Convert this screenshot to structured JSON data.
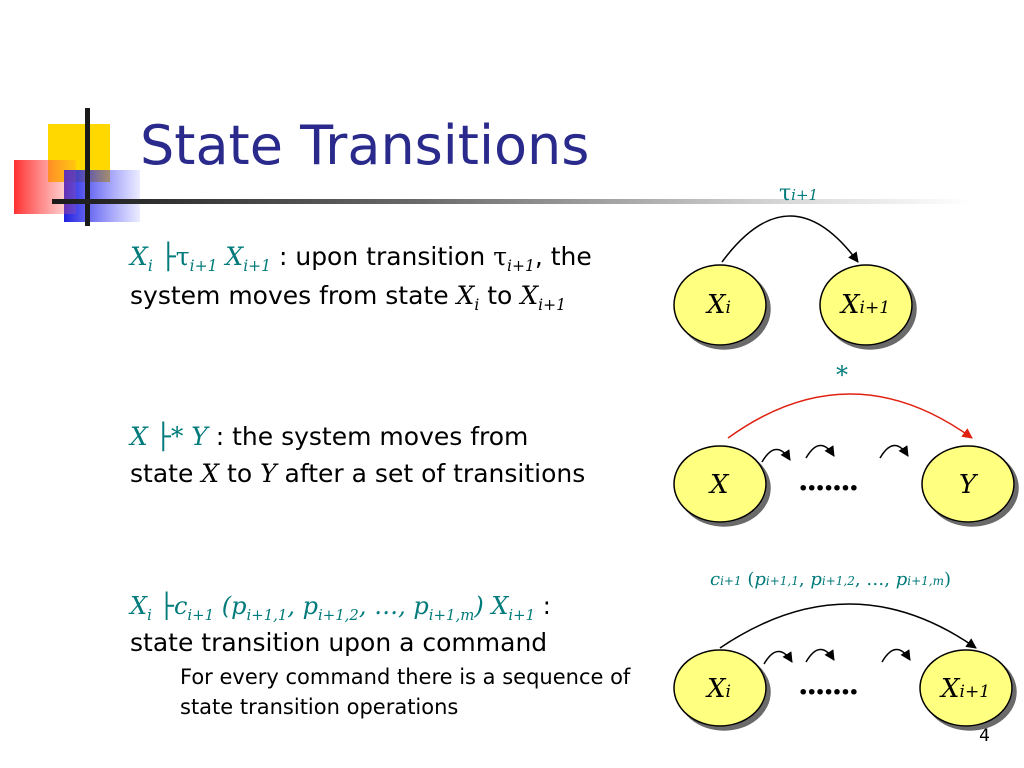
{
  "slide": {
    "title": "State Transitions",
    "number": "4"
  },
  "items": [
    {
      "lhs": "X",
      "lhs_sub": "i",
      "turnstile": "├",
      "tau": "τ",
      "tau_sub": "i+1",
      "rhs": "X",
      "rhs_sub": "i+1",
      "desc_1": " : upon transition ",
      "desc_tau": "τ",
      "desc_tau_sub": "i+1",
      "desc_2": ", the",
      "line2_a": "system moves from state ",
      "line2_x": "X",
      "line2_x_sub": "i",
      "line2_b": " to ",
      "line2_y": "X",
      "line2_y_sub": "i+1"
    },
    {
      "lhs": "X",
      "turnstile": "├",
      "star": "*",
      "rhs": "Y",
      "desc_1": " : the system moves from",
      "line2_a": "state ",
      "line2_x": "X",
      "line2_b": " to ",
      "line2_y": "Y",
      "line2_c": " after a set of transitions"
    },
    {
      "lhs": "X",
      "lhs_sub": "i",
      "turnstile": "├",
      "cmd": "c",
      "cmd_sub": "i+1",
      "open": " (",
      "p1": "p",
      "p1_sub": "i+1,1",
      "comma1": ", ",
      "p2": "p",
      "p2_sub": "i+1,2",
      "comma2": ", …, ",
      "pm": "p",
      "pm_sub": "i+1,m",
      "close": ") ",
      "rhs": "X",
      "rhs_sub": "i+1",
      "colon": " :",
      "line2": "state transition upon a command",
      "note_1": "For every command there is a sequence of",
      "note_2": "state transition operations"
    }
  ],
  "diagrams": {
    "d1": {
      "arc_label": "τ",
      "arc_label_sub": "i+1",
      "left_node": "X",
      "left_node_sub": "i",
      "right_node": "X",
      "right_node_sub": "i+1"
    },
    "d2": {
      "arc_label": "*",
      "left_node": "X",
      "right_node": "Y",
      "dots": "·······"
    },
    "d3": {
      "arc_label_c": "c",
      "arc_label_c_sub": "i+1",
      "arc_label_open": " (",
      "arc_label_p1": "p",
      "arc_label_p1_sub": "i+1,1",
      "arc_label_comma1": ", ",
      "arc_label_p2": "p",
      "arc_label_p2_sub": "i+1,2",
      "arc_label_comma2": ", …, ",
      "arc_label_pm": "p",
      "arc_label_pm_sub": "i+1,m",
      "arc_label_close": ")",
      "left_node": "X",
      "left_node_sub": "i",
      "right_node": "X",
      "right_node_sub": "i+1",
      "dots": "·······"
    }
  },
  "colors": {
    "title": "#2a2a8c",
    "math_teal": "#007a7a",
    "node_fill": "#ffff80",
    "star_arc": "#e02010"
  }
}
